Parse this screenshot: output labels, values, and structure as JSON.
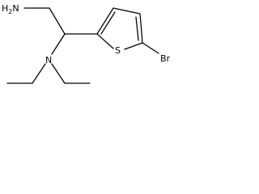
{
  "molecule": {
    "atoms": {
      "amine": "H2N",
      "amine_prefix": "H",
      "amine_subscript": "2",
      "amine_suffix": "N",
      "tertiary_amine": "N",
      "sulfur": "S",
      "bromine": "Br"
    }
  }
}
